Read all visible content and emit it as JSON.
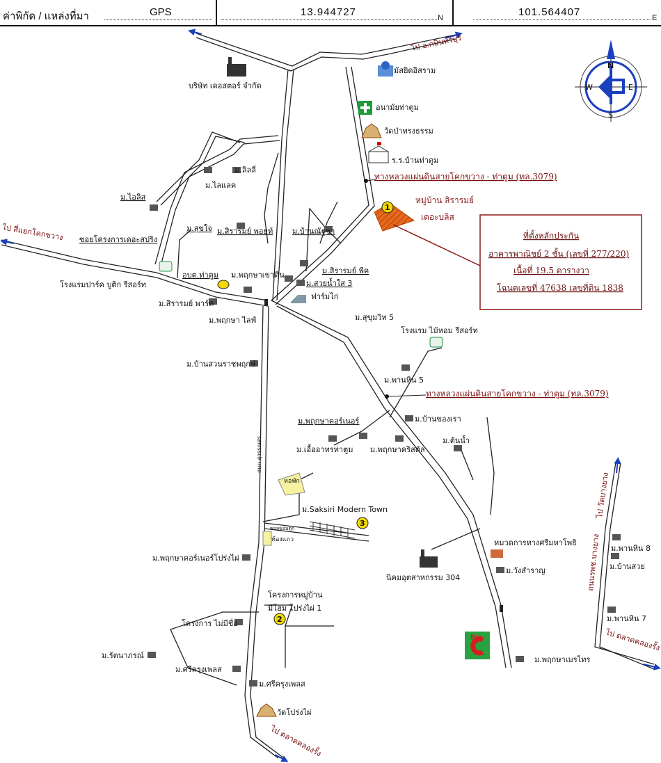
{
  "header": {
    "coord_label": "ค่าพิกัด / แหล่งที่มา",
    "source": "GPS",
    "latitude": "13.944727",
    "lat_suffix": "N",
    "longitude": "101.564407",
    "lon_suffix": "E"
  },
  "compass": {
    "n": "N",
    "s": "S",
    "e": "E",
    "w": "W"
  },
  "roads": {
    "main_road_top": "ทางหลวงแผ่นดินสายโคกขวาง - ท่าตูม (ทล.3079)",
    "main_road_mid": "ทางหลวงแผ่นดินสายโคกขวาง - ท่าตูม (ทล.3079)"
  },
  "directions": {
    "to_kabinburi": "ไป อ.กบินทร์บุรี",
    "to_kokkwang": "ไป สี่แยกโคกขวาง",
    "to_wangtaban": "ไป วัดบางยาง",
    "to_market_right": "ไป ตลาดคลองรั้ง",
    "to_market_bottom": "ไป ตลาดคลองรั้ง",
    "side_road": "ถนนรพช.บางยาง",
    "vertical_road": "ถนน สุวรรณศร"
  },
  "target": {
    "title_line1": "หมู่บ้าน สิรารมย์",
    "title_line2": "เดอะบลิส",
    "marker": "1"
  },
  "info_box": {
    "line1": "ที่ตั้งหลักประกัน",
    "line2": "อาคารพาณิชย์ 2 ชั้น  (เลขที่ 277/220)",
    "line3": "เนื้อที่ 19.5 ตารางวา",
    "line4": "โฉนดเลขที่ 47638 เลขที่ดิน 1838"
  },
  "markers": {
    "m2": "2",
    "m3": "3"
  },
  "places": {
    "mosque": "มัสยิดอิสราม",
    "health": "อนามัยท่าตูม",
    "wat_pa": "วัดป่าทรงธรรม",
    "school": "ร.ร.บ้านท่าตูม",
    "company": "บริษัท เดอสตอร์ จำกัด",
    "lily": "ม.ลิลลี่",
    "lilac": "ม.ไลแลค",
    "iris": "ม.ไอลิส",
    "soi_spring": "ซอยโครงการเดอะสปริง",
    "resort_park": "โรงแรมปาร์ค บูติก รีสอร์ท",
    "sukjai": "ม.สุขใจ",
    "sirarom_pothai": "ม.สิรารมย์ พอยท์",
    "ban_nongcha": "ม.บ้านณัฐชา",
    "obt": "อบต.ท่าตูม",
    "phruksa_khaodin": "ม.พฤกษาเขาดิน",
    "sirarom_peak": "ม.สิรารมย์ พีค",
    "suaynam": "ม.สวยน้ำใส 3",
    "sirarom_park": "ม.สิรารมย์ พาร์ค",
    "chicken_farm": "ฟาร์มไก่",
    "phruksa_life": "ม.พฤกษา ไลฟ์",
    "sukhumvit5": "ม.สุขุมวิท 5",
    "hotel_maihom": "โรงแรม ไม้หอม รีสอร์ท",
    "ban_suan": "ม.บ้านสวนราชพฤกษ์",
    "phanhin5": "ม.พานหิน 5",
    "phruksa_corner": "ม.พฤกษาคอร์เนอร์",
    "ban_khongrao": "ม.บ้านของเรา",
    "tonnam": "ม.ต้นน้ำ",
    "ua_athorn": "ม.เอื้ออาทรท่าตูม",
    "phruksa_crystal": "ม.พฤกษาคริสตัล",
    "dorm": "หอพัก",
    "saksiri": "ม.Saksiri Modern Town",
    "shophouse": "ห้องแถว",
    "soi_label": "ซอยขอบตุก",
    "highway_dept": "หมวดการทางศรีมหาโพธิ",
    "phanhin8": "ม.พานหิน 8",
    "ban_suay": "ม.บ้านสวย",
    "phruksa_corner_pl": "ม.พฤกษาคอร์เนอร์โปร่งไผ่",
    "industrial": "นิคมอุตสาหกรรม 304",
    "wangsamran": "ม.วังสำราญ",
    "project_line1": "โครงการหมู่บ้าน",
    "project_line2": "มีโฮม โปร่งไผ่ 1",
    "no_name": "โครงการ ไม่มีชื่อ",
    "phanhin7": "ม.พานหิน 7",
    "ratana": "ม.รัตนาภรณ์",
    "sri_krung1": "ม.ศรีครุงเพลส",
    "sri_krung2": "ม.ศรีครุงเพลส",
    "wat_prongphai": "วัดโปร่งไผ่",
    "phruksa_mere": "ม.พฤกษาเมรไทร",
    "big_c": "Big"
  }
}
